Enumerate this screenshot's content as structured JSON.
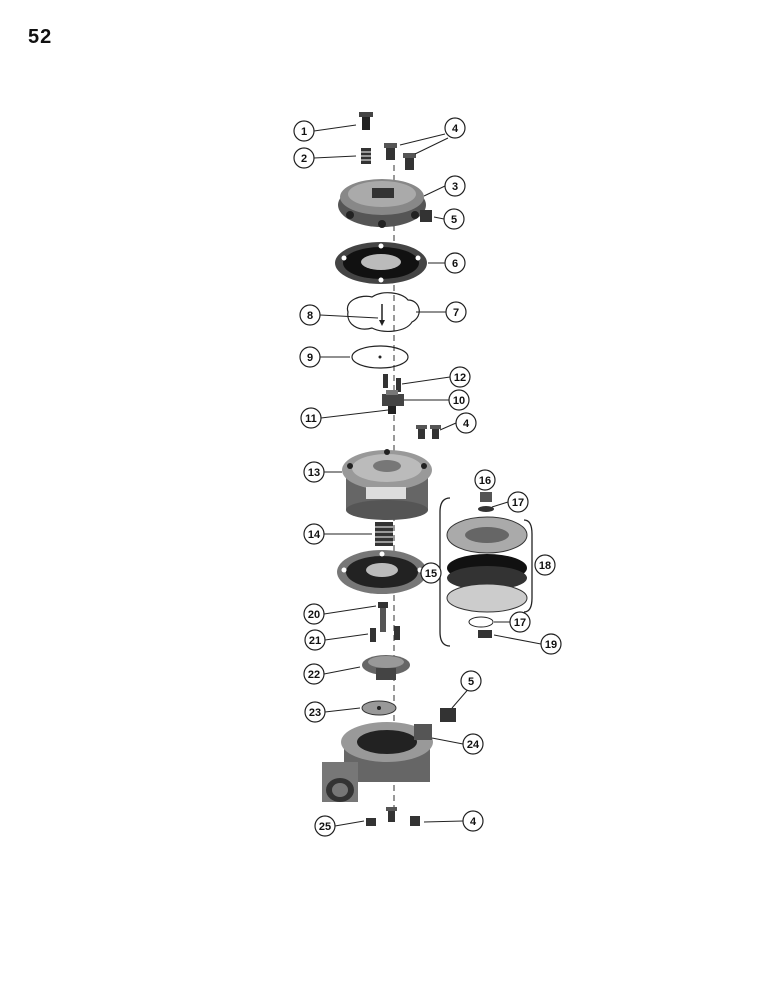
{
  "page_number": "52",
  "callouts": {
    "c1": "1",
    "c2": "2",
    "c3": "3",
    "c4a": "4",
    "c4b": "4",
    "c4c": "4",
    "c5a": "5",
    "c5b": "5",
    "c6": "6",
    "c7": "7",
    "c8": "8",
    "c9": "9",
    "c10": "10",
    "c11": "11",
    "c12": "12",
    "c13": "13",
    "c14": "14",
    "c15": "15",
    "c16": "16",
    "c17a": "17",
    "c17b": "17",
    "c18": "18",
    "c19": "19",
    "c20": "20",
    "c21": "21",
    "c22": "22",
    "c23": "23",
    "c24": "24",
    "c25": "25"
  }
}
